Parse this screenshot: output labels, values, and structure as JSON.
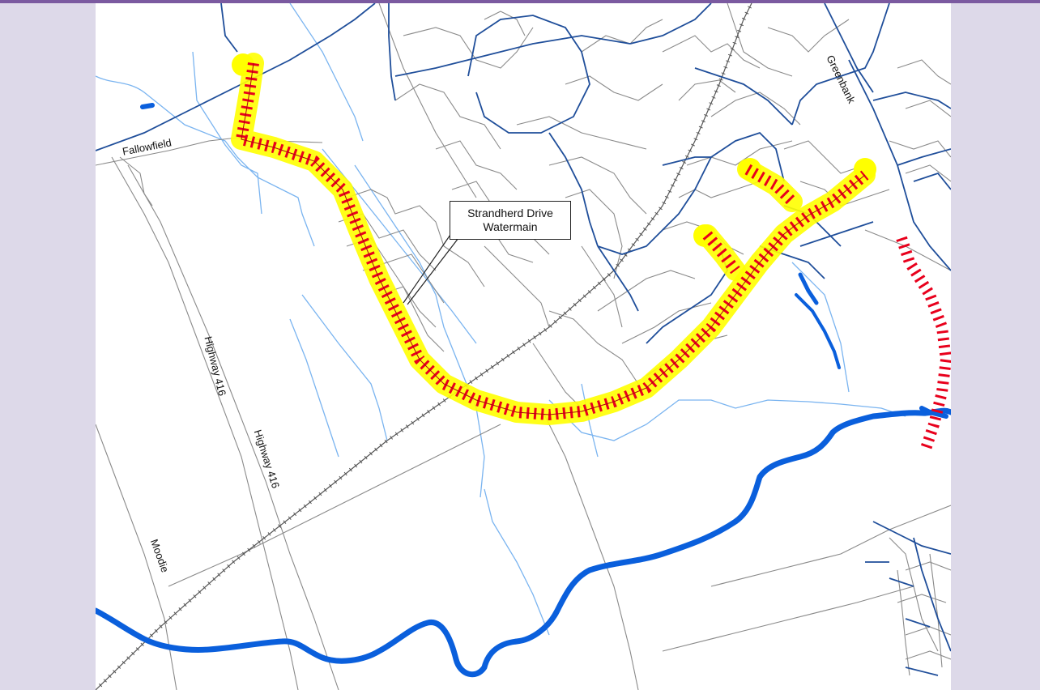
{
  "map": {
    "callout": {
      "line1": "Strandherd Drive",
      "line2": "Watermain"
    },
    "road_labels": {
      "fallowfield": "Fallowfield",
      "greenbank": "Greenbank",
      "highway_416_a": "Highway 416",
      "highway_416_b": "Highway 416",
      "moodie": "Moodie"
    },
    "colors": {
      "background": "#ddd9e9",
      "map_background": "#ffffff",
      "highlight": "#ffff00",
      "watermain": "#e8001c",
      "river": "#0a5fdc",
      "creek": "#7ab4f0",
      "trunk_watermain": "#1f4e9a",
      "streets": "#8a8a8a",
      "border_line": "#7b5aa0"
    },
    "icons": {
      "railway": "railway-line",
      "river": "river"
    }
  }
}
